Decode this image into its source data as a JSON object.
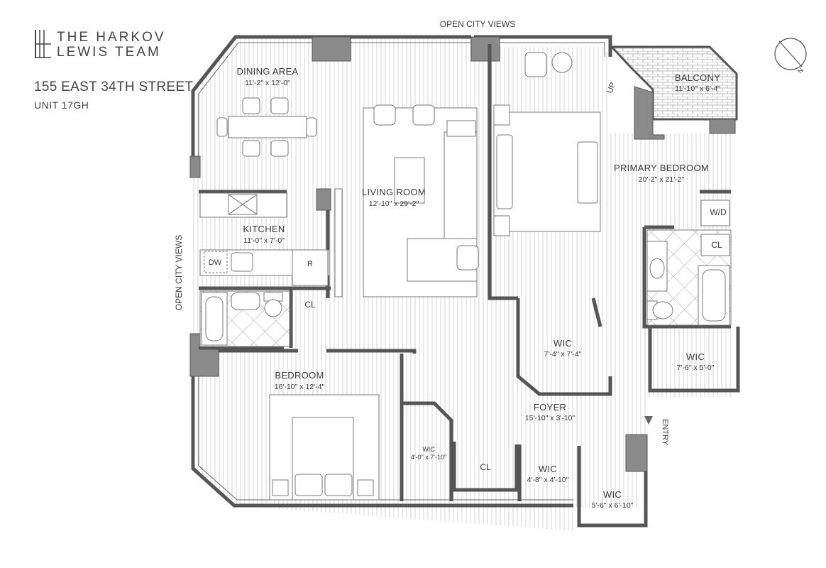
{
  "branding": {
    "line1": "THE HARKOV",
    "line2": "LEWIS TEAM"
  },
  "property": {
    "address": "155 EAST 34TH STREET",
    "unit": "UNIT 17GH"
  },
  "views": {
    "top": "OPEN CITY VIEWS",
    "left": "OPEN CITY VIEWS"
  },
  "compass": {
    "label": "N",
    "icon": "north-arrow-icon"
  },
  "rooms": {
    "dining": {
      "name": "DINING AREA",
      "dim": "11'-2\" x 12'-0\""
    },
    "living": {
      "name": "LIVING ROOM",
      "dim": "12'-10\" x 29'-2\""
    },
    "kitchen": {
      "name": "KITCHEN",
      "dim": "11'-0\" x 7'-0\""
    },
    "primary": {
      "name": "PRIMARY BEDROOM",
      "dim": "20'-2\" x 21'-2\""
    },
    "balcony": {
      "name": "BALCONY",
      "dim": "11'-10\" x 6'-4\""
    },
    "bedroom": {
      "name": "BEDROOM",
      "dim": "16'-10\" x 12'-4\""
    },
    "foyer": {
      "name": "FOYER",
      "dim": "15'-10\" x 3'-10\""
    },
    "wic_primary": {
      "name": "WIC",
      "dim": "7'-4\" x 7'-4\""
    },
    "wic_right": {
      "name": "WIC",
      "dim": "7'-6\" x 5'-0\""
    },
    "wic_bedroom": {
      "name": "WIC",
      "dim": "4'-0\" x 7'-10\""
    },
    "wic_foyer": {
      "name": "WIC",
      "dim": "4'-8\" x 4'-10\""
    },
    "wic_entry": {
      "name": "WIC",
      "dim": "5'-6\" x 6'-10\""
    }
  },
  "labels": {
    "cl_kitchen": "CL",
    "cl_primary": "CL",
    "cl_foyer": "CL",
    "wd": "W/D",
    "dw": "DW",
    "fridge": "R",
    "up": "UP",
    "entry": "ENTRY"
  },
  "colors": {
    "wall": "#8a8a8a",
    "floor_lines": "#d6d6d6",
    "text": "#3a3a3a"
  }
}
